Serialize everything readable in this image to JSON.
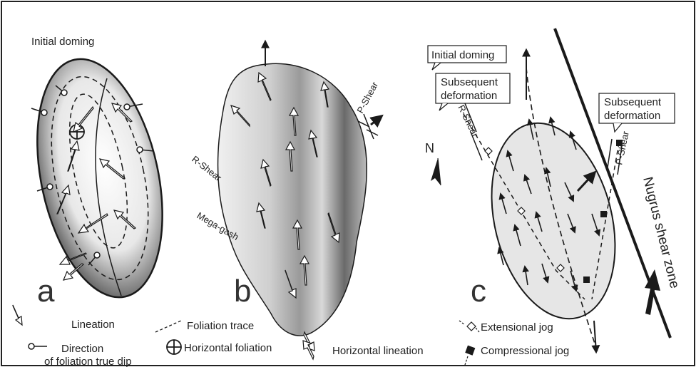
{
  "panel_a": {
    "title": "Initial doming",
    "letter": "a"
  },
  "panel_b": {
    "letter": "b",
    "labels": {
      "p_shear": "P-Shear",
      "r_shear": "R-Shear",
      "mega_gash": "Mega-gash"
    }
  },
  "panel_c": {
    "letter": "c",
    "callouts": {
      "initial_doming": "Initial doming",
      "subsequent_deformation_1": "Subsequent",
      "subsequent_deformation_1b": "deformation",
      "subsequent_deformation_2": "Subsequent",
      "subsequent_deformation_2b": "deformation"
    },
    "labels": {
      "r_shear": "R-Shear",
      "p_shear": "P-Shear",
      "north": "N",
      "shear_zone": "Nugrus shear zone"
    }
  },
  "legend": {
    "lineation": "Lineation",
    "foliation_dip_1": "Direction",
    "foliation_dip_2": "of foliation true dip",
    "foliation_trace": "Foliation trace",
    "horizontal_foliation": "Horizontal foliation",
    "horizontal_lineation": "Horizontal lineation",
    "extensional_jog": "Extensional jog",
    "compressional_jog": "Compressional jog"
  },
  "colors": {
    "frame": "#222222",
    "ink": "#1a1a1a",
    "ellipse_fill": "#e6e6e6"
  }
}
